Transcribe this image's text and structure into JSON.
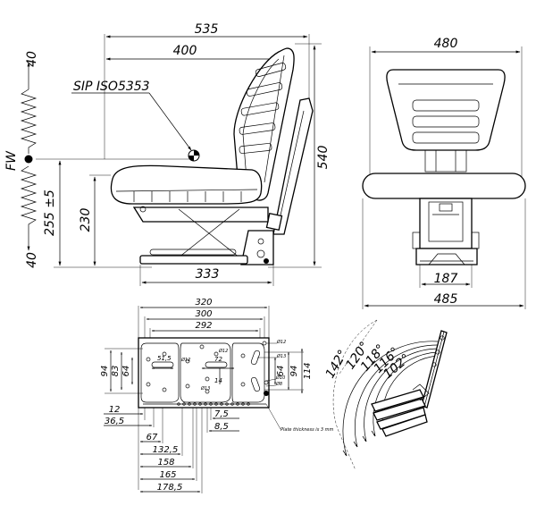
{
  "side_view": {
    "dim_overall_length": "535",
    "dim_backrest_depth": "400",
    "dim_overall_height": "540",
    "dim_seat_height": "230",
    "dim_base_length": "333",
    "sip_label": "SIP ISO5353",
    "fw_label": "FW",
    "suspension_travel": "255 ±5",
    "travel_up": "40",
    "travel_down": "40"
  },
  "front_view": {
    "dim_backrest_width": "480",
    "dim_cushion_width": "485",
    "dim_base_width": "187"
  },
  "base_plate": {
    "dim_320": "320",
    "dim_300": "300",
    "dim_292": "292",
    "dim_94_left": "94",
    "dim_83": "83",
    "dim_64_left": "64",
    "dim_94_right": "94",
    "dim_64_right": "64",
    "dim_114": "114",
    "dim_51_5": "51,5",
    "dim_72": "72",
    "dim_14": "14",
    "hole_12_a": "Ø12",
    "hole_12_b": "Ø12",
    "hole_12_c": "Ø12",
    "hole_13_a": "Ø13",
    "hole_13_b": "Ø13",
    "hole_10": "Ø10",
    "hole_8": "Ø8",
    "dim_12": "12",
    "dim_36_5": "36,5",
    "dim_7_5": "7,5",
    "dim_8_5": "8,5",
    "dim_67": "67",
    "dim_132_5": "132,5",
    "dim_158": "158",
    "dim_165": "165",
    "dim_178_5": "178,5",
    "plate_note": "Plate thickness is 3 mm"
  },
  "backrest_angles": {
    "a142": "142°",
    "a120": "120°",
    "a118": "118°",
    "a116": "116°",
    "a102": "102°"
  }
}
